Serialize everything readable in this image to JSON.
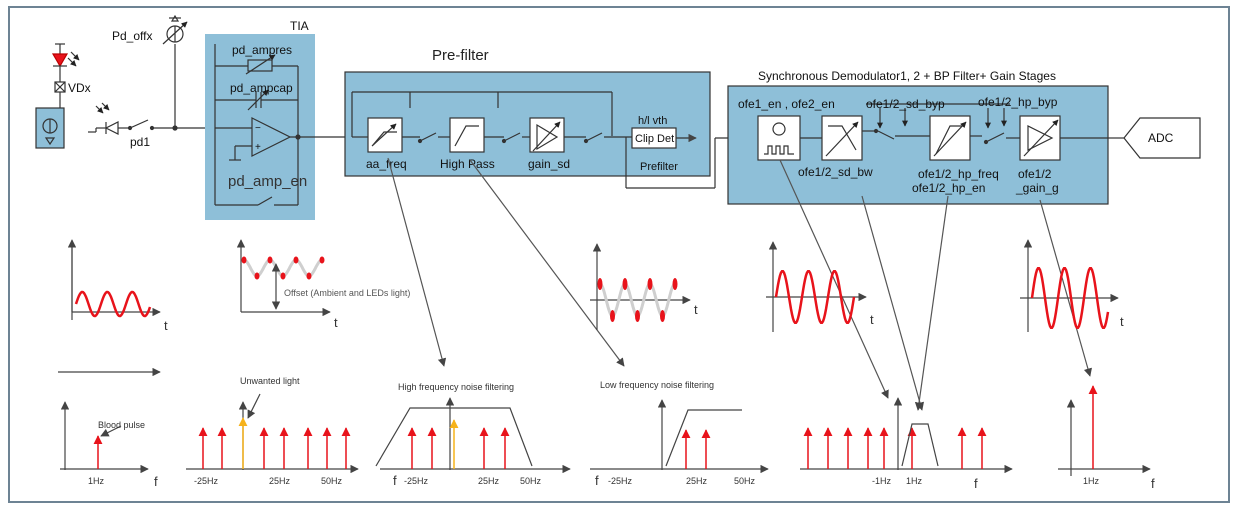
{
  "blocks": {
    "tia": {
      "title": "TIA",
      "pd_ampres": "pd_ampres",
      "pd_ampcap": "pd_ampcap",
      "pd_amp_en": "pd_amp_en"
    },
    "inputs": {
      "vdx": "VDx",
      "pd_offx": "Pd_offx",
      "pd1": "pd1"
    },
    "prefilter": {
      "title": "Pre-filter",
      "aa_freq": "aa_freq",
      "high_pass": "High Pass",
      "gain_sd": "gain_sd",
      "hl_vth": "h/l vth",
      "clip_det": "Clip Det",
      "prefilter_label": "Prefilter"
    },
    "demod": {
      "title": "Synchronous Demodulator1, 2 +  BP Filter+  Gain Stages",
      "ofe_en": "ofe1_en , ofe2_en",
      "sd_byp": "ofe1/2_sd_byp",
      "hp_byp": "ofe1/2_hp_byp",
      "sd_bw": "ofe1/2_sd_bw",
      "hp_freq": "ofe1/2_hp_freq",
      "hp_en": "ofe1/2_hp_en",
      "gain_g_1": "ofe1/2",
      "gain_g_2": "_gain_g",
      "adc": "ADC"
    }
  },
  "waveforms": {
    "axis_t": "t",
    "offset_note": "Offset (Ambient and LEDs light)"
  },
  "spectra": {
    "blood_pulse": "Blood pulse",
    "unwanted_light": "Unwanted light",
    "hf_filtering": "High frequency noise filtering",
    "lf_filtering": "Low frequency noise filtering",
    "axis_f": "f",
    "p1_tick": "1Hz",
    "p2_ticks": [
      "-25Hz",
      "25Hz",
      "50Hz"
    ],
    "p3_ticks": [
      "-25Hz",
      "25Hz",
      "50Hz"
    ],
    "p4_ticks": [
      "-25Hz",
      "25Hz",
      "50Hz"
    ],
    "p5_ticks": [
      "-1Hz",
      "1Hz"
    ],
    "p6_tick": "1Hz"
  },
  "colors": {
    "block_fill": "#8ebfd8",
    "block_stroke": "#3c4d5a",
    "signal_red": "#e8131b",
    "unwanted_yellow": "#f6b21a",
    "wave_gray": "#cfcfcf",
    "line": "#444444"
  }
}
